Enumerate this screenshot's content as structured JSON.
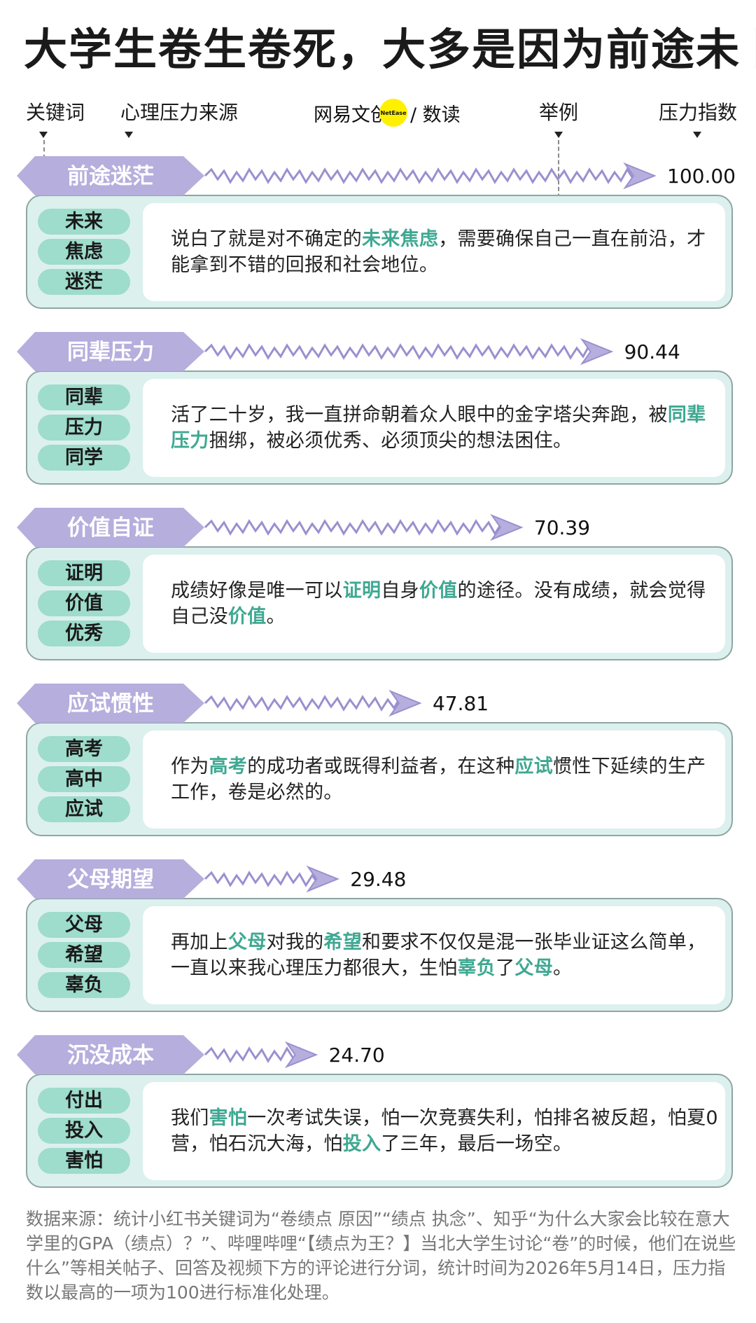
{
  "title": "大学生卷生卷死，大多是因为前途未卜",
  "headers": {
    "keyword": "关键词",
    "source": "心理压力来源",
    "example": "举例",
    "index": "压力指数"
  },
  "brand": {
    "part1": "网易文创",
    "logo_text": "NetEase",
    "part2": "/ 数读"
  },
  "colors": {
    "banner": "#b6aedd",
    "wave": "#9b8fd0",
    "pill": "#9edccc",
    "card_bg": "#dcf0ee",
    "highlight": "#3fa892"
  },
  "chart_data": {
    "type": "bar",
    "xlim": [
      0,
      100
    ],
    "categories": [
      "前途迷茫",
      "同辈压力",
      "价值自证",
      "应试惯性",
      "父母期望",
      "沉没成本"
    ],
    "value_labels": [
      "100.00",
      "90.44",
      "70.39",
      "47.81",
      "29.48",
      "24.70"
    ],
    "values": [
      100.0,
      90.44,
      70.39,
      47.81,
      29.48,
      24.7
    ]
  },
  "rows": [
    {
      "keywords": [
        "未来",
        "焦虑",
        "迷茫"
      ],
      "example": [
        {
          "t": "说白了就是对不确定的",
          "h": false
        },
        {
          "t": "未来焦虑",
          "h": true
        },
        {
          "t": "，需要确保自己一直在前沿，才能拿到不错的回报和社会地位。",
          "h": false
        }
      ]
    },
    {
      "keywords": [
        "同辈",
        "压力",
        "同学"
      ],
      "example": [
        {
          "t": "活了二十岁，我一直拼命朝着众人眼中的金字塔尖奔跑，被",
          "h": false
        },
        {
          "t": "同辈压力",
          "h": true
        },
        {
          "t": "捆绑，被必须优秀、必须顶尖的想法困住。",
          "h": false
        }
      ]
    },
    {
      "keywords": [
        "证明",
        "价值",
        "优秀"
      ],
      "example": [
        {
          "t": "成绩好像是唯一可以",
          "h": false
        },
        {
          "t": "证明",
          "h": true
        },
        {
          "t": "自身",
          "h": false
        },
        {
          "t": "价值",
          "h": true
        },
        {
          "t": "的途径。没有成绩，就会觉得自己没",
          "h": false
        },
        {
          "t": "价值",
          "h": true
        },
        {
          "t": "。",
          "h": false
        }
      ]
    },
    {
      "keywords": [
        "高考",
        "高中",
        "应试"
      ],
      "example": [
        {
          "t": "作为",
          "h": false
        },
        {
          "t": "高考",
          "h": true
        },
        {
          "t": "的成功者或既得利益者，在这种",
          "h": false
        },
        {
          "t": "应试",
          "h": true
        },
        {
          "t": "惯性下延续的生产工作，卷是必然的。",
          "h": false
        }
      ]
    },
    {
      "keywords": [
        "父母",
        "希望",
        "辜负"
      ],
      "example": [
        {
          "t": "再加上",
          "h": false
        },
        {
          "t": "父母",
          "h": true
        },
        {
          "t": "对我的",
          "h": false
        },
        {
          "t": "希望",
          "h": true
        },
        {
          "t": "和要求不仅仅是混一张毕业证这么简单，一直以来我心理压力都很大，生怕",
          "h": false
        },
        {
          "t": "辜负",
          "h": true
        },
        {
          "t": "了",
          "h": false
        },
        {
          "t": "父母",
          "h": true
        },
        {
          "t": "。",
          "h": false
        }
      ]
    },
    {
      "keywords": [
        "付出",
        "投入",
        "害怕"
      ],
      "example": [
        {
          "t": "我们",
          "h": false
        },
        {
          "t": "害怕",
          "h": true
        },
        {
          "t": "一次考试失误，怕一次竞赛失利，怕排名被反超，怕夏0营，怕石沉大海，怕",
          "h": false
        },
        {
          "t": "投入",
          "h": true
        },
        {
          "t": "了三年，最后一场空。",
          "h": false
        }
      ]
    }
  ],
  "source_note": "数据来源：统计小红书关键词为“卷绩点 原因”“绩点 执念”、知乎“为什么大家会比较在意大学里的GPA（绩点）？”、哔哩哔哩“【绩点为王？】当北大学生讨论“卷”的时候，他们在说些什么”等相关帖子、回答及视频下方的评论进行分词，统计时间为2026年5月14日，压力指数以最高的一项为100进行标准化处理。"
}
